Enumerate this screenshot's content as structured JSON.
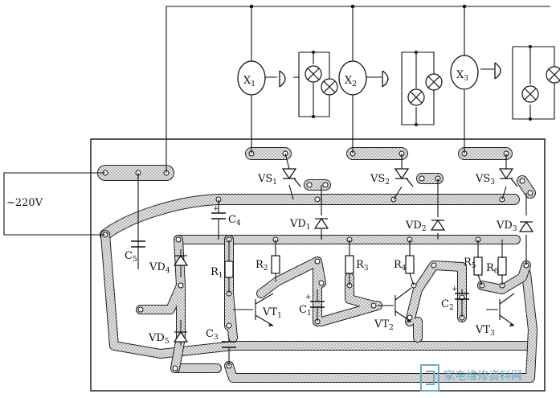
{
  "diagram": {
    "supply_label": "~220V",
    "lamp_sockets": [
      {
        "label": "X",
        "sub": "1"
      },
      {
        "label": "X",
        "sub": "2"
      },
      {
        "label": "X",
        "sub": "3"
      }
    ],
    "components": {
      "vs1": {
        "label": "VS",
        "sub": "1"
      },
      "vs2": {
        "label": "VS",
        "sub": "2"
      },
      "vs3": {
        "label": "VS",
        "sub": "3"
      },
      "vd1": {
        "label": "VD",
        "sub": "1"
      },
      "vd2": {
        "label": "VD",
        "sub": "2"
      },
      "vd3": {
        "label": "VD",
        "sub": "3"
      },
      "vd4": {
        "label": "VD",
        "sub": "4"
      },
      "vd5": {
        "label": "VD",
        "sub": "5"
      },
      "c1": {
        "label": "C",
        "sub": "1"
      },
      "c2": {
        "label": "C",
        "sub": "2"
      },
      "c3": {
        "label": "C",
        "sub": "3"
      },
      "c4": {
        "label": "C",
        "sub": "4"
      },
      "c5": {
        "label": "C",
        "sub": "5"
      },
      "r1": {
        "label": "R",
        "sub": "1"
      },
      "r2": {
        "label": "R",
        "sub": "2"
      },
      "r3": {
        "label": "R",
        "sub": "3"
      },
      "r4": {
        "label": "R",
        "sub": "4"
      },
      "r5": {
        "label": "R",
        "sub": "5"
      },
      "r6": {
        "label": "R",
        "sub": "6"
      },
      "vt1": {
        "label": "VT",
        "sub": "1"
      },
      "vt2": {
        "label": "VT",
        "sub": "2"
      },
      "vt3": {
        "label": "VT",
        "sub": "3"
      }
    },
    "polarity_mark": "+",
    "watermark": "家电维修资料网",
    "colors": {
      "ink": "#111111",
      "copper": "#cfcfcf",
      "watermark": "#6fa8c8"
    }
  }
}
